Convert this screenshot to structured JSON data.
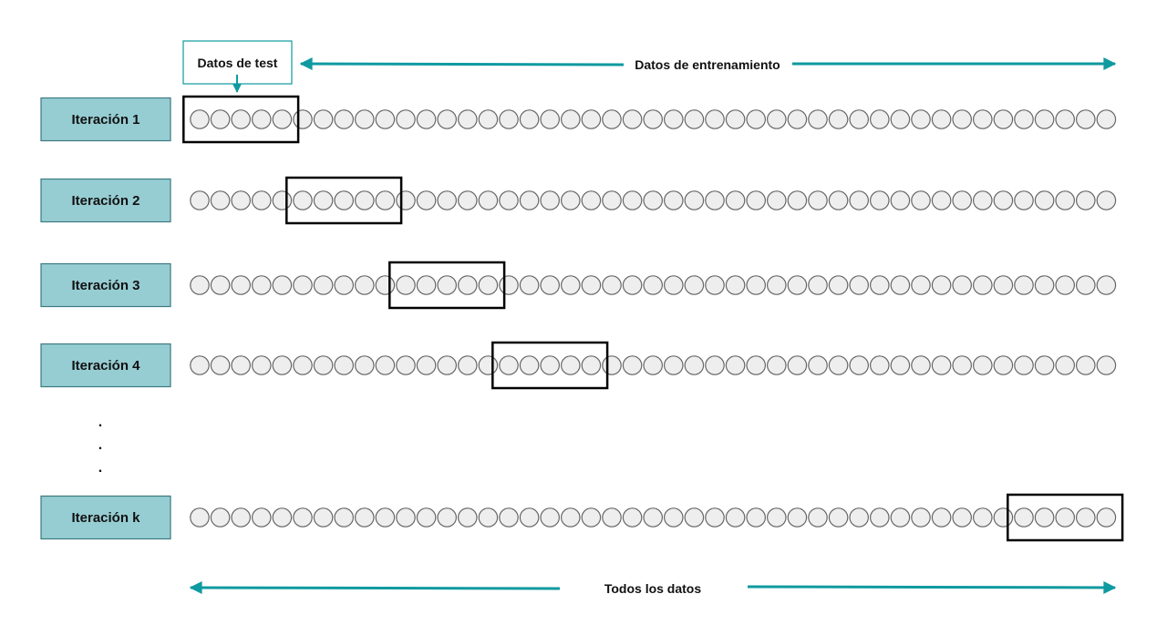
{
  "annotations": {
    "test_label": "Datos de test",
    "train_label": "Datos de entrenamiento",
    "all_label": "Todos los datos"
  },
  "ellipsis": ".",
  "colors": {
    "accent": "#0e9aa0",
    "label_fill": "#96cdd3",
    "label_border": "#3c7a82",
    "circle_fill": "#eeeeee",
    "circle_stroke": "#666666",
    "highlight_stroke": "#000000"
  },
  "circles_per_row": 45,
  "fold_size": 5,
  "iterations": [
    {
      "label": "Iteración 1",
      "test_start": 0
    },
    {
      "label": "Iteración 2",
      "test_start": 5
    },
    {
      "label": "Iteración 3",
      "test_start": 10
    },
    {
      "label": "Iteración 4",
      "test_start": 15
    },
    {
      "label": "Iteración k",
      "test_start": 40
    }
  ]
}
